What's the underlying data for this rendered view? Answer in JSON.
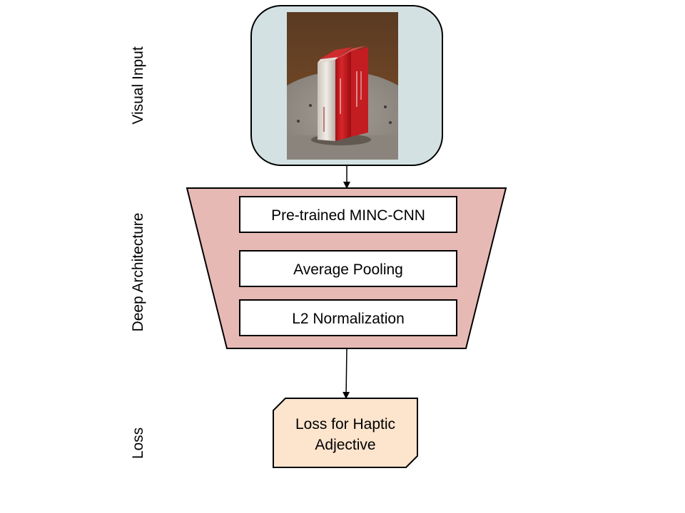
{
  "labels": {
    "visual_input": "Visual Input",
    "deep_architecture": "Deep Architecture",
    "loss": "Loss"
  },
  "architecture": {
    "layers": [
      "Pre-trained MINC-CNN",
      "Average Pooling",
      "L2 Normalization"
    ]
  },
  "loss_box": {
    "line1": "Loss for Haptic",
    "line2": "Adjective"
  },
  "colors": {
    "input_panel": "#d3e1e3",
    "architecture_fill": "#e7b9b4",
    "loss_fill": "#fce4cd",
    "layer_fill": "#ffffff",
    "stroke": "#000000"
  }
}
